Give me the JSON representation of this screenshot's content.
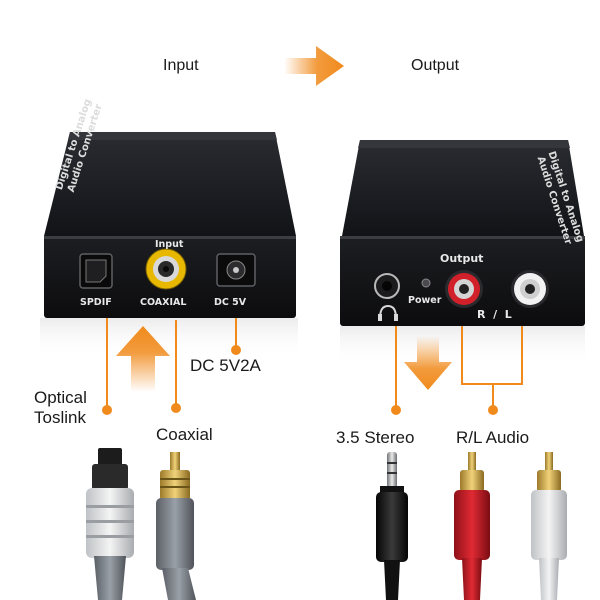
{
  "header": {
    "input": "Input",
    "output": "Output"
  },
  "left_device": {
    "title_line1": "Digital to Analog",
    "title_line2": "Audio Converter",
    "input_label": "Input",
    "ports": [
      "SPDIF",
      "COAXIAL",
      "DC 5V"
    ]
  },
  "right_device": {
    "title_line1": "Digital to Analog",
    "title_line2": "Audio Converter",
    "output_label": "Output",
    "power_label": "Power",
    "rl_label": "R  /  L"
  },
  "callouts": {
    "optical_line1": "Optical",
    "optical_line2": "Toslink",
    "coaxial": "Coaxial",
    "dc": "DC 5V2A",
    "stereo": "3.5 Stereo",
    "rl_audio": "R/L Audio"
  },
  "colors": {
    "accent_orange": "#f08a1c",
    "device_body": "#16171b",
    "rca_yellow": "#e8b800",
    "rca_red": "#d2202a",
    "rca_white": "#f2f2f2"
  },
  "icons": [
    "orange-arrow-right-icon",
    "orange-arrow-up-icon",
    "orange-arrow-down-icon",
    "headphone-icon"
  ]
}
